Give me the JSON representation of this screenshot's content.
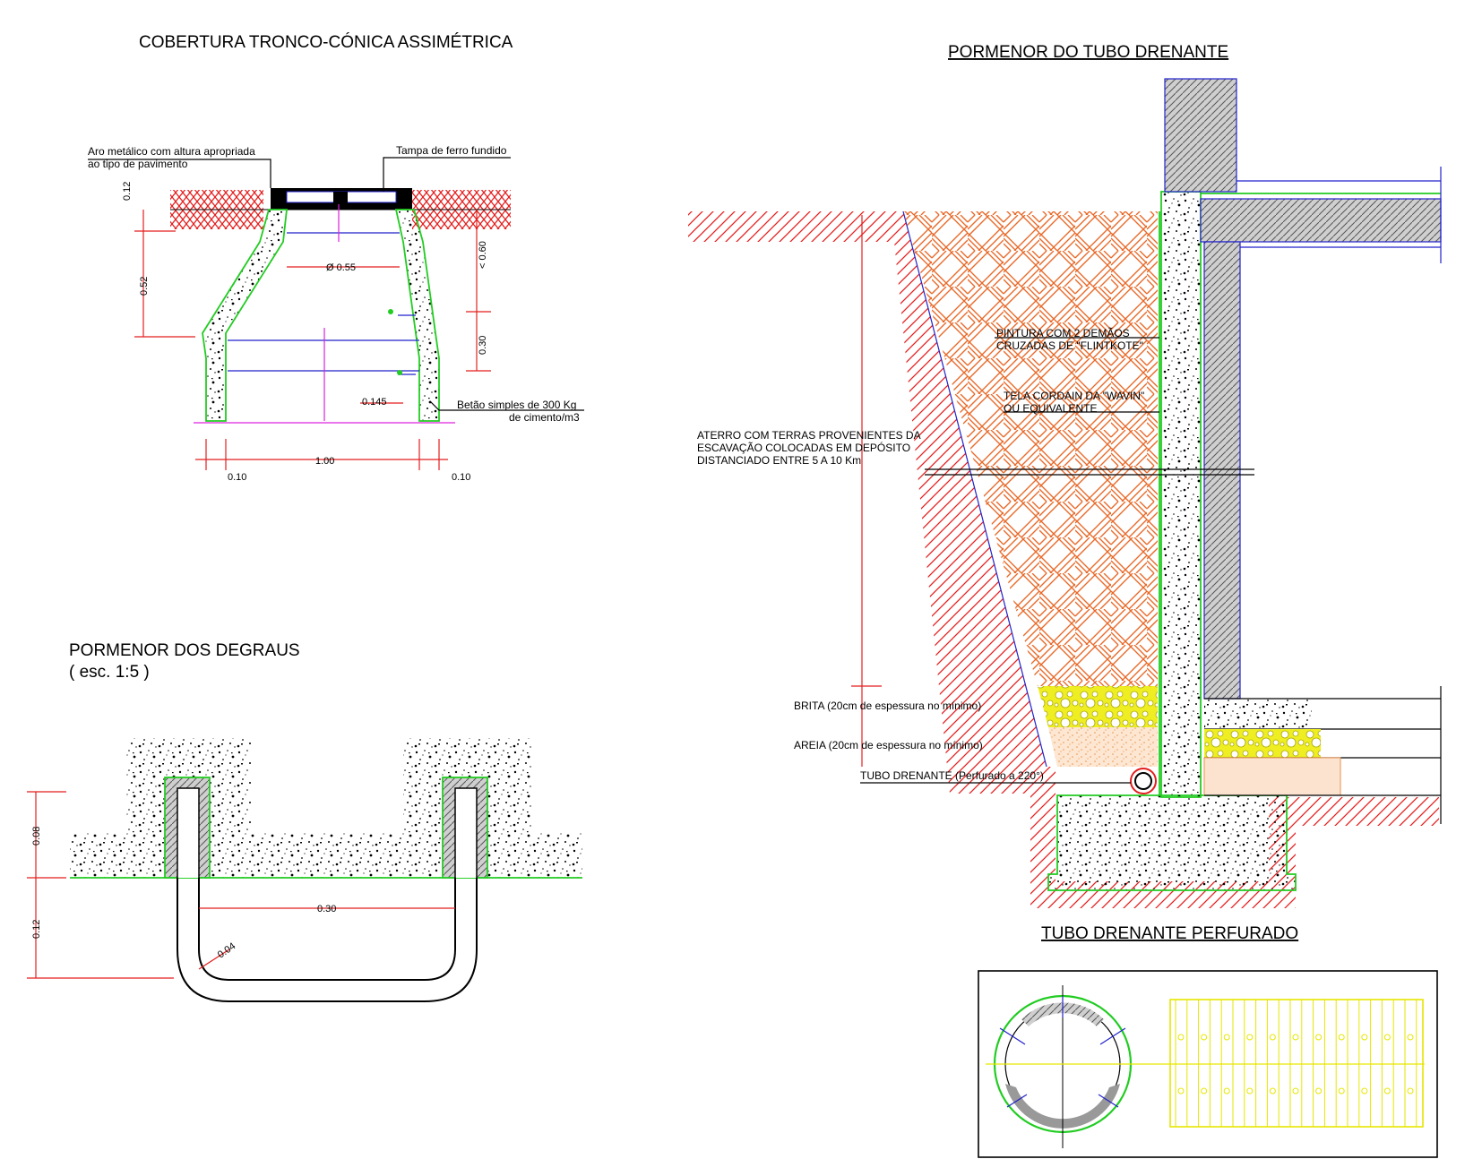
{
  "colors": {
    "earth_hatch": "#e41f1f",
    "fill_hatch": "#e86a2a",
    "concrete": "#000000",
    "outline_green": "#22cc22",
    "blue": "#2222cc",
    "magenta": "#dd22dd",
    "gravel_yellow": "#e6e600",
    "sand": "#f3b27a"
  },
  "cover": {
    "title": "COBERTURA TRONCO-CÓNICA ASSIMÉTRICA",
    "label_ring_line1": "Aro metálico com altura apropriada",
    "label_ring_line2": "ao tipo de pavimento",
    "label_lid": "Tampa de ferro fundido",
    "label_concrete_line1": "Betão simples de 300 Kg",
    "label_concrete_line2": "de cimento/m3",
    "dim_012": "0.12",
    "dim_052": "0.52",
    "dim_060": "< 0.60",
    "dim_030": "0.30",
    "dim_diam": "Ø 0.55",
    "dim_0145": "0.145",
    "dim_100": "1.00",
    "dim_010_left": "0.10",
    "dim_010_right": "0.10"
  },
  "steps": {
    "title": "PORMENOR DOS DEGRAUS",
    "scale": "( esc. 1:5 )",
    "dim_008": "0.08",
    "dim_012": "0.12",
    "dim_030": "0.30",
    "dim_004": "0.04"
  },
  "drain": {
    "title": "PORMENOR DO TUBO DRENANTE",
    "label_paint_line1": "PINTURA COM 2 DEMÃOS",
    "label_paint_line2": "CRUZADAS DE \"FLINTKOTE\"",
    "label_mesh_line1": "TELA CORDAIN DA \"WAVIN\"",
    "label_mesh_line2": "OU EQUIVALENTE",
    "label_fill_line1": "ATERRO COM TERRAS PROVENIENTES DA",
    "label_fill_line2": "ESCAVAÇÃO COLOCADAS EM DEPÓSITO",
    "label_fill_line3": "DISTANCIADO ENTRE 5 A 10 Km",
    "label_gravel": "BRITA (20cm de espessura no mínimo)",
    "label_sand": "AREIA (20cm de espessura no mínimo)",
    "label_pipe": "TUBO DRENANTE (Perfurado a 220°)"
  },
  "perforated": {
    "title": "TUBO DRENANTE PERFURADO"
  }
}
